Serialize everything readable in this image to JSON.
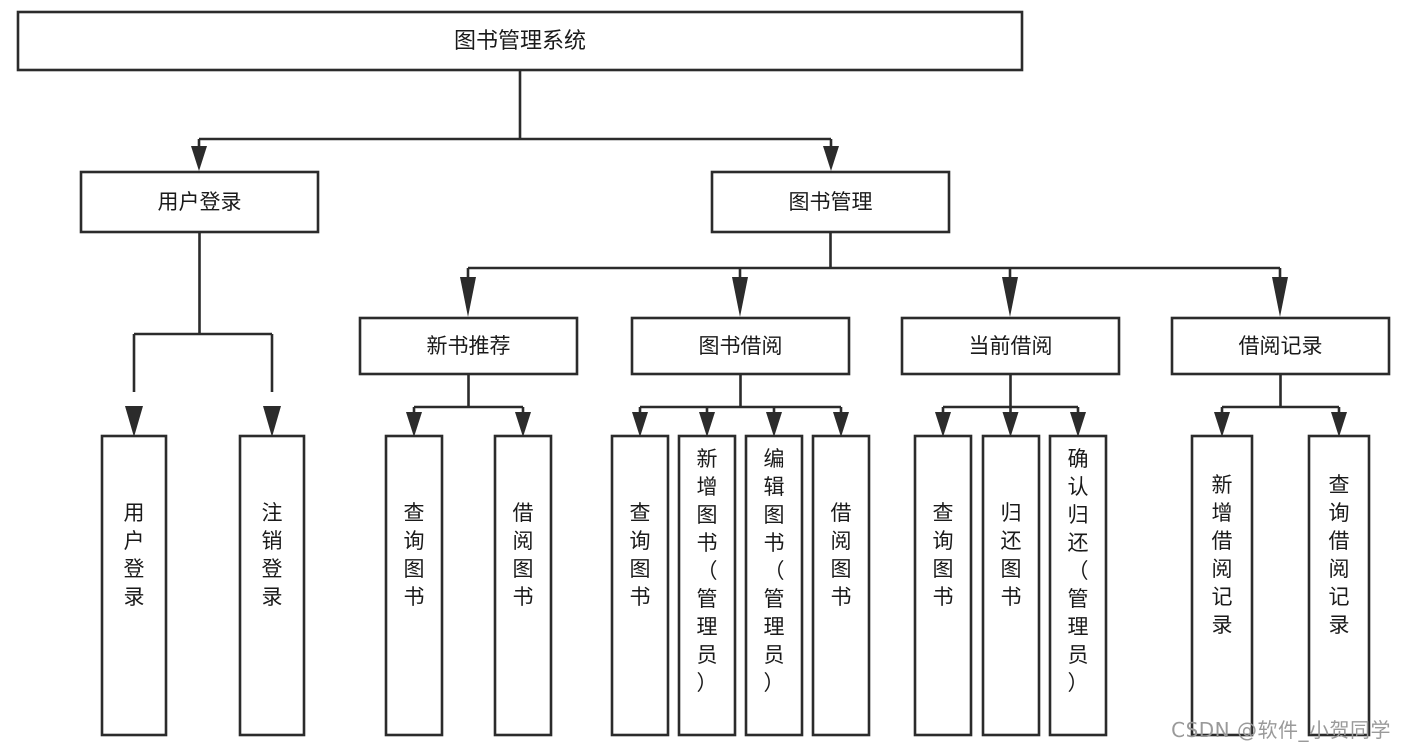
{
  "diagram": {
    "type": "tree-hierarchy",
    "title": "图书管理系统",
    "root": {
      "id": "root",
      "label": "图书管理系统",
      "orientation": "horizontal"
    },
    "level2": [
      {
        "id": "user-login",
        "label": "用户登录",
        "orientation": "horizontal"
      },
      {
        "id": "book-manage",
        "label": "图书管理",
        "orientation": "horizontal"
      }
    ],
    "level3": [
      {
        "id": "new-book-rec",
        "label": "新书推荐",
        "orientation": "horizontal",
        "parent": "book-manage"
      },
      {
        "id": "book-borrow",
        "label": "图书借阅",
        "orientation": "horizontal",
        "parent": "book-manage"
      },
      {
        "id": "current-borrow",
        "label": "当前借阅",
        "orientation": "horizontal",
        "parent": "book-manage"
      },
      {
        "id": "borrow-record",
        "label": "借阅记录",
        "orientation": "horizontal",
        "parent": "book-manage"
      }
    ],
    "leaves": {
      "user-login": [
        {
          "id": "leaf-user-login",
          "label": "用户登录",
          "orientation": "vertical"
        },
        {
          "id": "leaf-user-logout",
          "label": "注销登录",
          "orientation": "vertical"
        }
      ],
      "new-book-rec": [
        {
          "id": "leaf-query-book-1",
          "label": "查询图书",
          "orientation": "vertical"
        },
        {
          "id": "leaf-borrow-book-1",
          "label": "借阅图书",
          "orientation": "vertical"
        }
      ],
      "book-borrow": [
        {
          "id": "leaf-query-book-2",
          "label": "查询图书",
          "orientation": "vertical"
        },
        {
          "id": "leaf-add-book",
          "label": "新增图书（管理员）",
          "orientation": "vertical"
        },
        {
          "id": "leaf-edit-book",
          "label": "编辑图书（管理员）",
          "orientation": "vertical"
        },
        {
          "id": "leaf-borrow-book-2",
          "label": "借阅图书",
          "orientation": "vertical"
        }
      ],
      "current-borrow": [
        {
          "id": "leaf-query-book-3",
          "label": "查询图书",
          "orientation": "vertical"
        },
        {
          "id": "leaf-return-book",
          "label": "归还图书",
          "orientation": "vertical"
        },
        {
          "id": "leaf-confirm-return",
          "label": "确认归还（管理员）",
          "orientation": "vertical"
        }
      ],
      "borrow-record": [
        {
          "id": "leaf-add-record",
          "label": "新增借阅记录",
          "orientation": "vertical"
        },
        {
          "id": "leaf-query-record",
          "label": "查询借阅记录",
          "orientation": "vertical"
        }
      ]
    },
    "colors": {
      "stroke": "#2b2b2b",
      "fill": "#ffffff",
      "text": "#1a1a1a",
      "watermark": "#9a9a9a",
      "background": "#ffffff"
    }
  },
  "watermark": {
    "text": "CSDN @软件_小贺同学"
  }
}
